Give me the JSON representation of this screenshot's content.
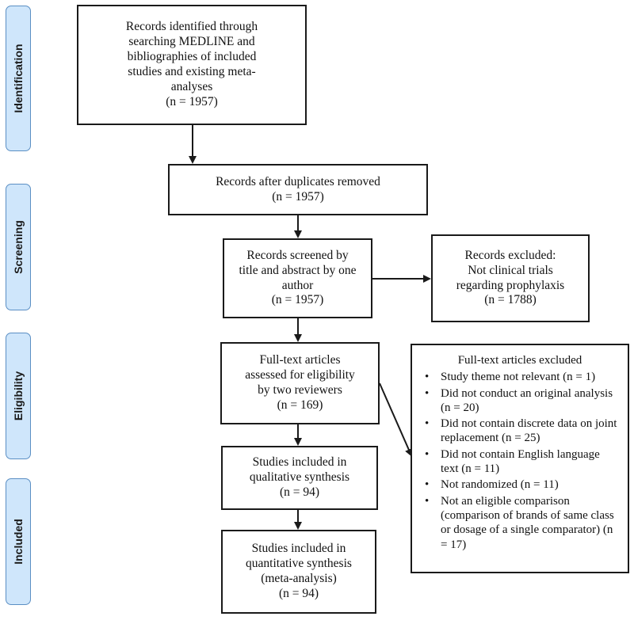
{
  "phases": {
    "identification": "Identification",
    "screening": "Screening",
    "eligibility": "Eligibility",
    "included": "Included"
  },
  "boxes": {
    "identified": {
      "lines": [
        "Records identified through",
        "searching MEDLINE and",
        "bibliographies of included",
        "studies and existing meta-",
        "analyses",
        "(n = 1957)"
      ]
    },
    "after_duplicates": {
      "lines": [
        "Records after duplicates removed",
        "(n = 1957)"
      ]
    },
    "screened": {
      "lines": [
        "Records screened by",
        "title and abstract by one",
        "author",
        "(n = 1957)"
      ]
    },
    "excluded_records": {
      "lines": [
        "Records excluded:",
        "Not clinical trials",
        "regarding prophylaxis",
        "(n = 1788)"
      ]
    },
    "fulltext_assessed": {
      "lines": [
        "Full-text articles",
        "assessed for eligibility",
        "by two reviewers",
        "(n = 169)"
      ]
    },
    "qualitative": {
      "lines": [
        "Studies included in",
        "qualitative synthesis",
        "(n = 94)"
      ]
    },
    "quantitative": {
      "lines": [
        "Studies included in",
        "quantitative synthesis",
        "(meta-analysis)",
        "(n = 94)"
      ]
    },
    "fulltext_excluded": {
      "title": "Full-text articles excluded",
      "items": [
        "Study theme not relevant (n = 1)",
        "Did not conduct an original analysis (n = 20)",
        "Did not contain discrete data on joint replacement (n = 25)",
        "Did not contain English language text (n = 11)",
        "Not randomized (n = 11)",
        "Not an eligible comparison (comparison of brands of same class or dosage of a single comparator) (n = 17)"
      ]
    }
  }
}
